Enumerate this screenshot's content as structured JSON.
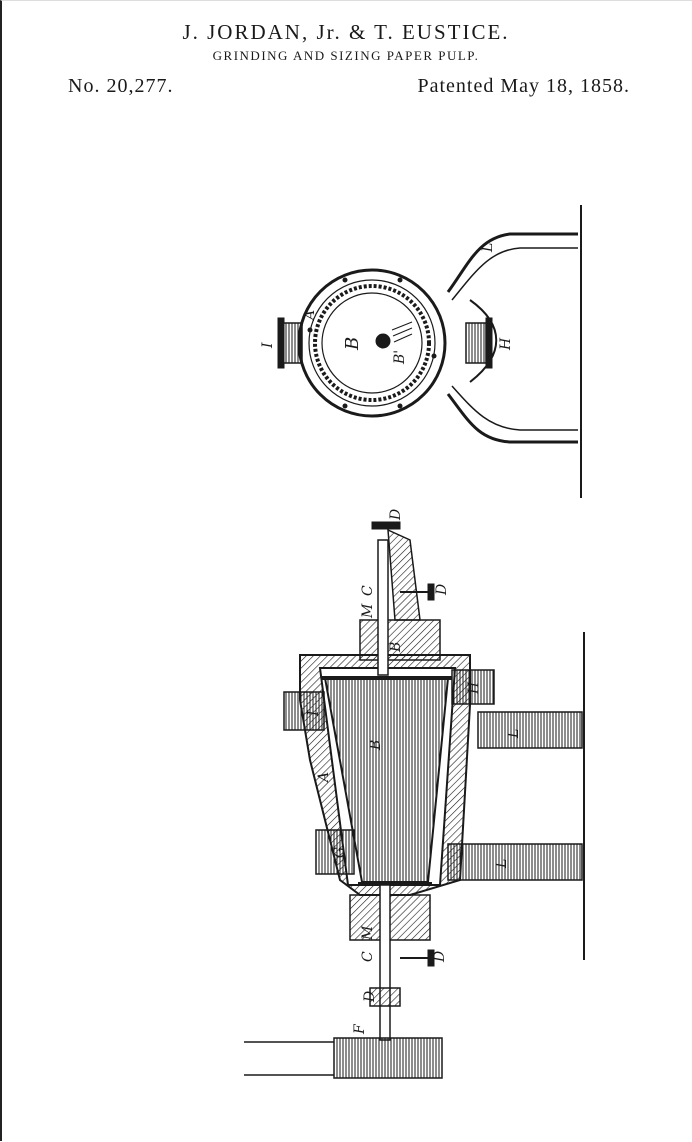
{
  "header": {
    "inventors": "J. JORDAN, Jr. & T. EUSTICE.",
    "title": "GRINDING AND SIZING PAPER PULP.",
    "patent_number": "No. 20,277.",
    "patent_date": "Patented May 18, 1858."
  },
  "figure_labels": {
    "top_view": {
      "A": "A",
      "B": "B",
      "B_prime": "B'",
      "H": "H",
      "I": "I",
      "L": "L"
    },
    "section_view": {
      "D_top": "D",
      "C_upper": "C",
      "M_upper": "M",
      "D_handle_upper": "D",
      "B_shaft": "B",
      "H": "H",
      "I": "I",
      "A": "A",
      "B_cone": "B",
      "L_upper": "L",
      "G": "G",
      "L_lower": "L",
      "M_lower": "M",
      "C_lower": "C",
      "D_handle_lower": "D",
      "D_lower": "D",
      "F": "F"
    }
  },
  "colors": {
    "ink": "#1a1a1a",
    "paper": "#ffffff"
  }
}
